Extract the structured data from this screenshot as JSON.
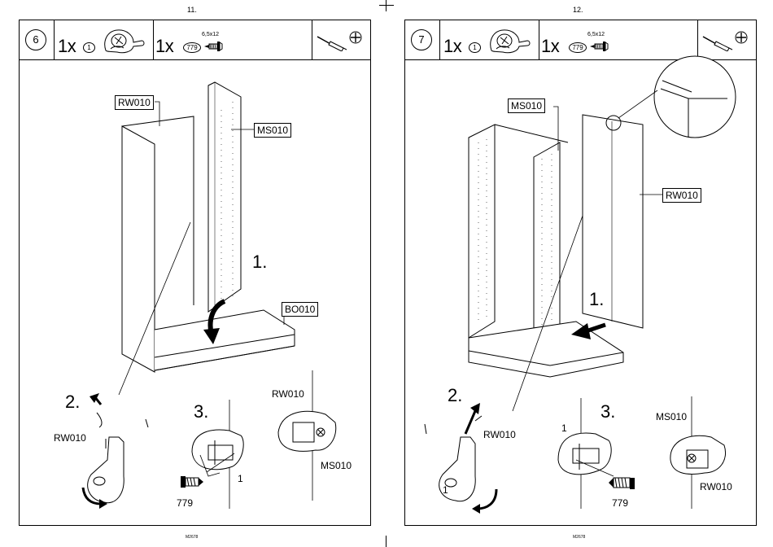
{
  "pages": [
    {
      "page_number": "11.",
      "doc_id": "M2678",
      "step": "6",
      "qty_cam": "1x",
      "cam_code": "1",
      "qty_screw": "1x",
      "screw_code": "779",
      "screw_spec": "6,5x12",
      "labels": {
        "side_panel": "RW010",
        "middle_panel": "MS010",
        "bottom": "BO010",
        "detail_side": "RW010",
        "detail_right_top": "RW010",
        "detail_right_bottom": "MS010",
        "screw_number": "779",
        "cam_number": "1"
      },
      "steps": {
        "s1": "1.",
        "s2": "2.",
        "s3": "3."
      }
    },
    {
      "page_number": "12.",
      "doc_id": "M2678",
      "step": "7",
      "qty_cam": "1x",
      "cam_code": "1",
      "qty_screw": "1x",
      "screw_code": "779",
      "screw_spec": "6,5x12",
      "labels": {
        "middle_panel": "MS010",
        "side_panel": "RW010",
        "detail_side": "RW010",
        "detail_right_top": "MS010",
        "detail_right_bottom": "RW010",
        "screw_number": "779",
        "cam_number": "1",
        "cam_number_left": "1"
      },
      "steps": {
        "s1": "1.",
        "s2": "2.",
        "s3": "3."
      }
    }
  ]
}
